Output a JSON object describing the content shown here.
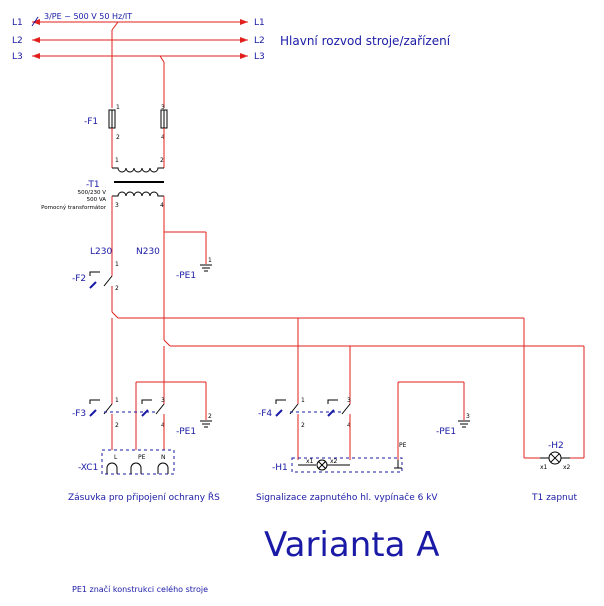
{
  "header": {
    "network": "3/PE ~ 500 V 50 Hz/IT",
    "title": "Hlavní rozvod stroje/zařízení"
  },
  "phases": {
    "l1": "L1",
    "l2": "L2",
    "l3": "L3"
  },
  "fuse_f1": {
    "label": "-F1",
    "pins": [
      "1",
      "2",
      "3",
      "4"
    ]
  },
  "transformer_t1": {
    "label": "-T1",
    "voltage": "500/230 V",
    "power": "500 VA",
    "desc": "Pomocný transformátor",
    "pins": [
      "1",
      "2",
      "3",
      "4"
    ]
  },
  "conductors": {
    "l230": "L230",
    "n230": "N230"
  },
  "pe_labels": [
    "-PE1",
    "-PE1",
    "-PE1"
  ],
  "pe_pins": [
    "1",
    "2",
    "3"
  ],
  "breaker_f2": {
    "label": "-F2",
    "pins": [
      "1",
      "2"
    ]
  },
  "breaker_f3": {
    "label": "-F3",
    "pins": [
      "1",
      "2",
      "3",
      "4"
    ]
  },
  "breaker_f4": {
    "label": "-F4",
    "pins": [
      "1",
      "2",
      "3",
      "4"
    ]
  },
  "socket_xc1": {
    "label": "-XC1",
    "terminals": [
      "L",
      "PE",
      "N"
    ],
    "caption": "Zásuvka pro připojení ochrany ŘS"
  },
  "lamp_h1": {
    "label": "-H1",
    "x1": "x1",
    "x2": "x2",
    "pe": "PE",
    "caption": "Signalizace zapnutého hl. vypínače 6 kV"
  },
  "lamp_h2": {
    "label": "-H2",
    "x1": "x1",
    "x2": "x2",
    "caption": "T1 zapnut"
  },
  "variant": "Varianta A",
  "footnote": "PE1 značí konstrukci celého stroje",
  "colors": {
    "wire": "#e0201c",
    "text": "#1a1aa6"
  }
}
